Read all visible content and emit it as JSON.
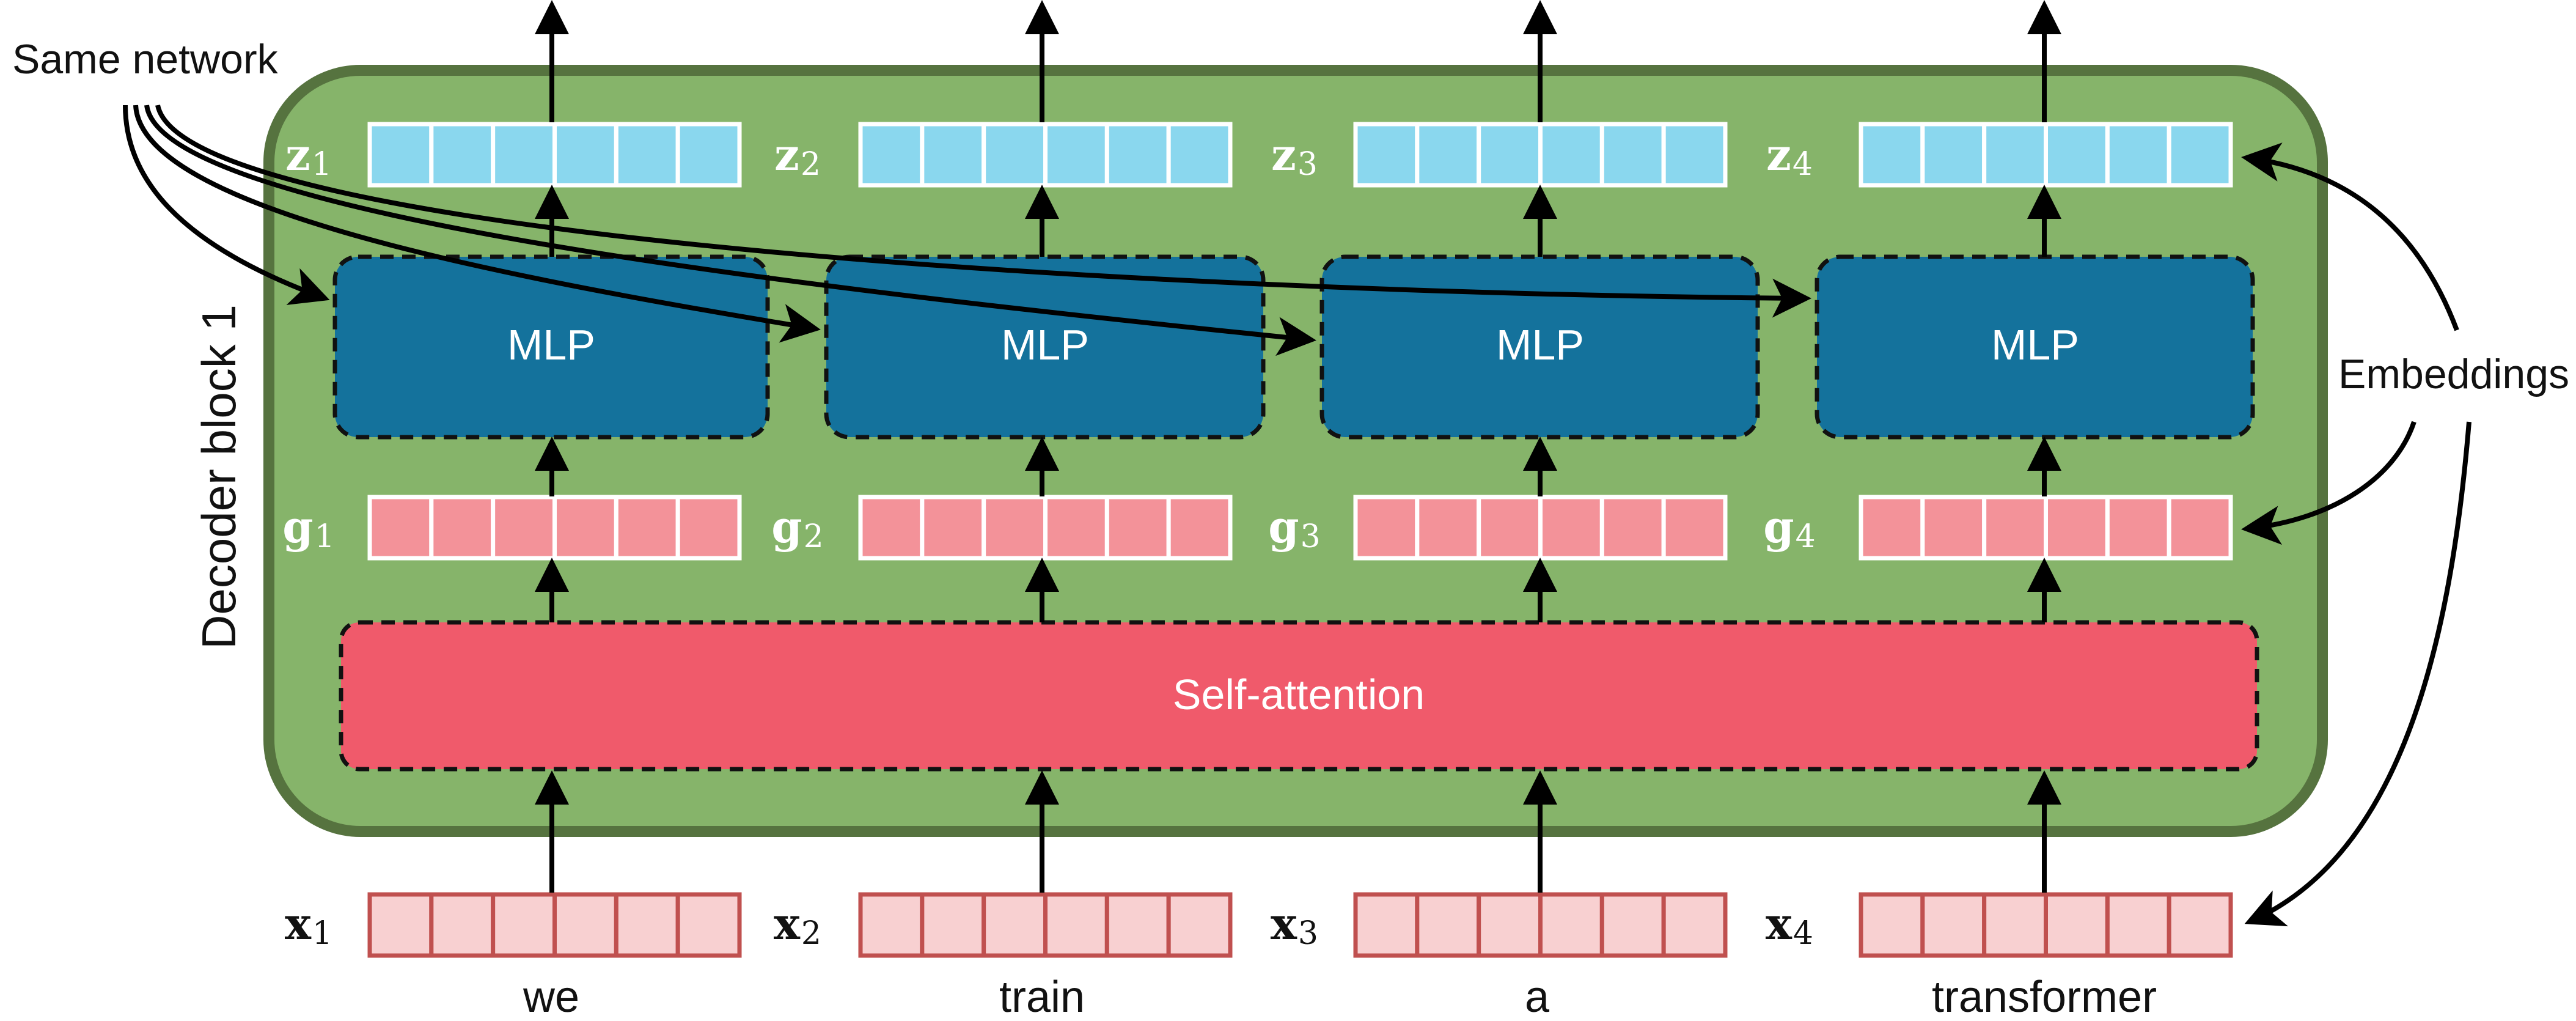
{
  "annotations": {
    "same_network": "Same network",
    "embeddings": "Embeddings"
  },
  "block": {
    "label": "Decoder block 1",
    "self_attention": "Self-attention",
    "mlp_label": "MLP"
  },
  "columns": [
    {
      "word": "we",
      "x_symbol": "x",
      "g_symbol": "g",
      "z_symbol": "z",
      "index": "1"
    },
    {
      "word": "train",
      "x_symbol": "x",
      "g_symbol": "g",
      "z_symbol": "z",
      "index": "2"
    },
    {
      "word": "a",
      "x_symbol": "x",
      "g_symbol": "g",
      "z_symbol": "z",
      "index": "3"
    },
    {
      "word": "transformer",
      "x_symbol": "x",
      "g_symbol": "g",
      "z_symbol": "z",
      "index": "4"
    }
  ],
  "colors": {
    "block_fill": "#86b46a",
    "block_border": "#56733f",
    "mlp_fill": "#14729c",
    "attention_fill": "#f05a6b",
    "z_fill": "#8ad7ee",
    "g_fill": "#f39299",
    "x_fill": "#f8d0d1",
    "x_border": "#c0504f"
  }
}
